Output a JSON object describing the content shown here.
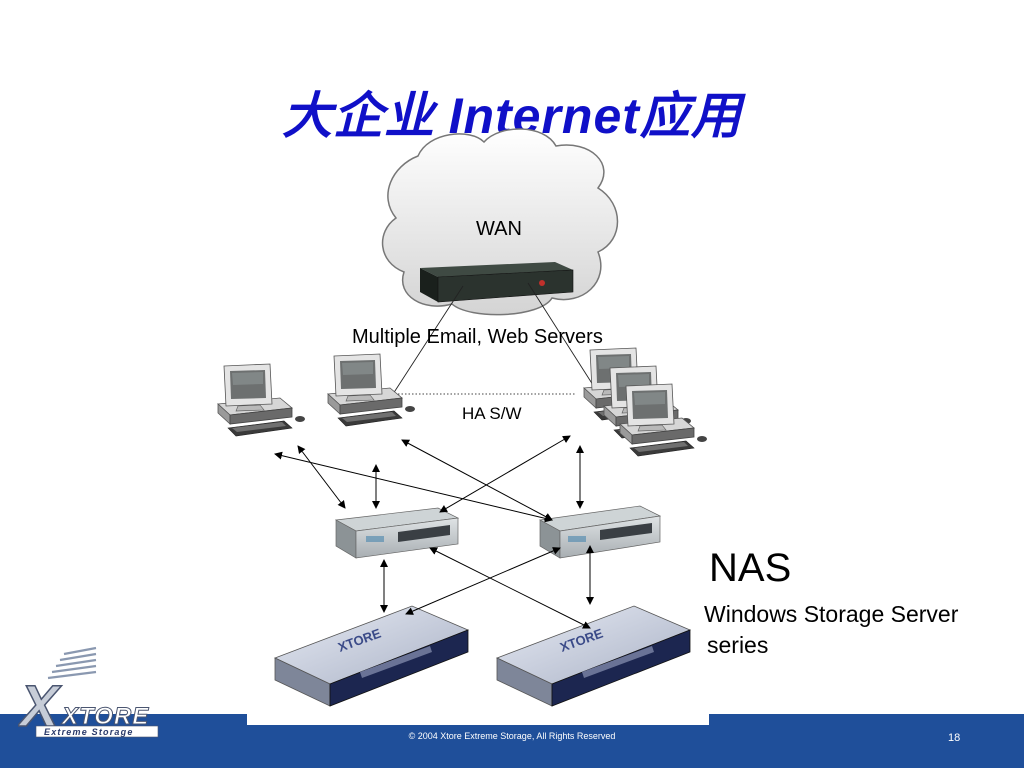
{
  "slide": {
    "title_cn_prefix": "大企业 ",
    "title_latin": "Internet",
    "title_cn_suffix": "应用",
    "page_number": "18"
  },
  "diagram": {
    "wan_label": "WAN",
    "servers_label": "Multiple Email, Web Servers",
    "ha_label": "HA S/W",
    "nas_label": "NAS",
    "nas_desc_line1": "Windows Storage Server",
    "nas_desc_line2": "series"
  },
  "footer": {
    "copyright": "© 2004 Xtore Extreme Storage, All Rights Reserved"
  },
  "logo": {
    "brand": "XTORE",
    "tagline": "Extreme Storage"
  },
  "colors": {
    "title": "#1010c8",
    "footer_bar": "#1f4f9a"
  }
}
